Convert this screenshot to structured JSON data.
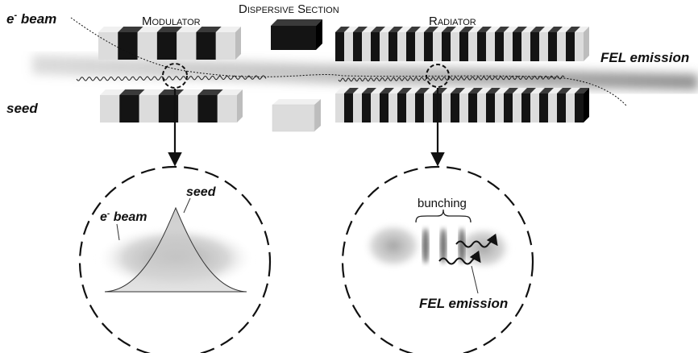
{
  "labels": {
    "ebeam_prefix": "e",
    "ebeam_sup": "-",
    "ebeam_rest": " beam",
    "seed": "seed",
    "modulator": "Modulator",
    "dispersive_section": "Dispersive Section",
    "radiator": "Radiator",
    "fel_emission_top": "FEL emission",
    "inset_seed": "seed",
    "inset_ebeam_prefix": "e",
    "inset_ebeam_sup": "-",
    "inset_ebeam_rest": " beam",
    "bunching": "bunching",
    "fel_emission_bottom": "FEL emission"
  },
  "colors": {
    "magnet_dark": "#141414",
    "magnet_light_front": "#dcdcdc",
    "magnet_light_top": "#f0f0f0",
    "magnet_light_side": "#bdbdbd",
    "beam": "#8c8c8c",
    "outline": "#222222"
  },
  "magnets": {
    "modulator_pattern": [
      "light",
      "dark",
      "light",
      "dark",
      "light",
      "dark",
      "light"
    ],
    "radiator_period_count": 14
  }
}
